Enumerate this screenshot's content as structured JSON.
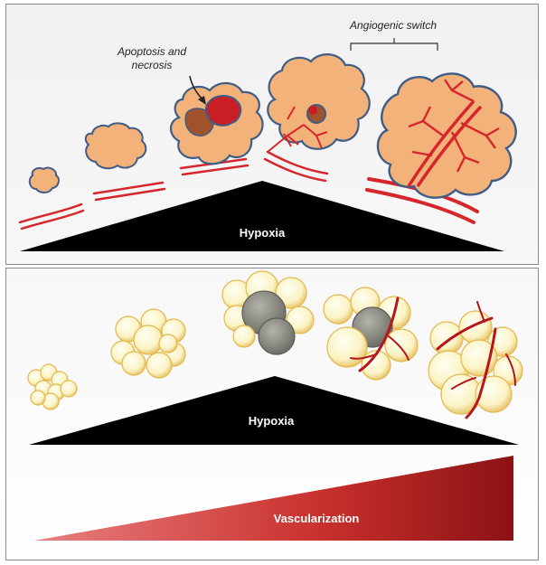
{
  "top_panel": {
    "callout_apoptosis": [
      "Apoptosis and",
      "necrosis"
    ],
    "callout_angiogenic": "Angiogenic switch",
    "hypoxia_label": "Hypoxia"
  },
  "bottom_panel": {
    "hypoxia_label": "Hypoxia",
    "vascularization_label": "Vascularization"
  },
  "colors": {
    "tumor_fill": "#f2b27a",
    "tumor_outline": "#3f5d86",
    "necrosis_brown": "#a0522d",
    "necrosis_red": "#c81e24",
    "vessel_red": "#d7262b",
    "triangle_black": "#000000",
    "sphere_yellow": "#fbf3c4",
    "sphere_grey": "#8e8d86",
    "vascular_dark": "#8c1215",
    "vascular_light": "#e24a45"
  }
}
